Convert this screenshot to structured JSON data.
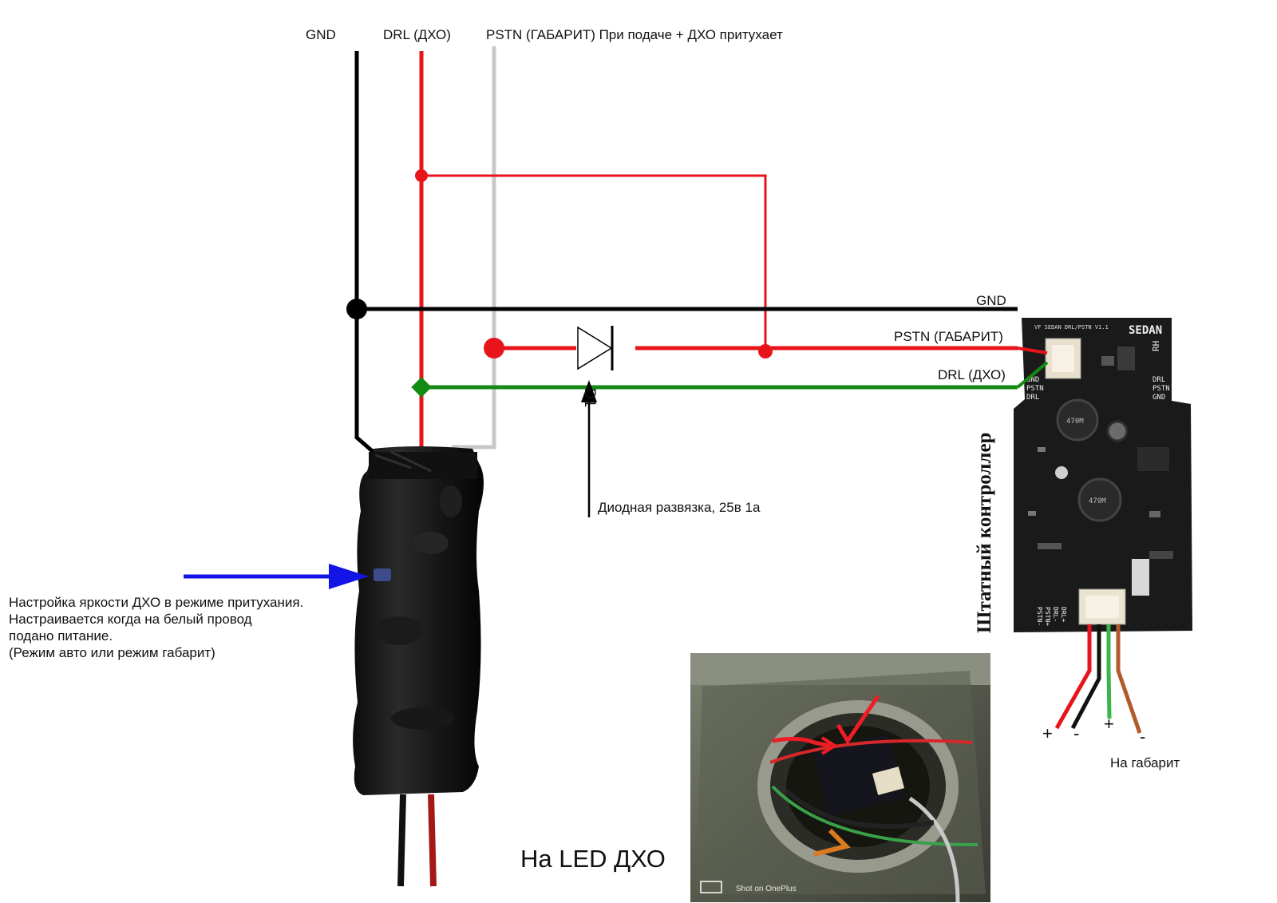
{
  "top_labels": {
    "gnd": "GND",
    "drl": "DRL (ДХО)",
    "pstn": "PSTN (ГАБАРИТ) При подаче + ДХО притухает"
  },
  "right_labels": {
    "gnd": "GND",
    "pstn": "PSTN (ГАБАРИТ)",
    "drl": "DRL (ДХО)"
  },
  "diode": {
    "ref": "D1",
    "note": "Диодная развязка, 25в 1а"
  },
  "brightness_note": [
    "Настройка яркости ДХО в режиме притухания.",
    "Настраивается когда на белый провод",
    "подано питание.",
    "(Режим авто или режим габарит)"
  ],
  "controller": {
    "title": "Штатный контроллер",
    "silkscreen": {
      "name": "SEDAN",
      "header": "VF SEDAN DRL/PSTN V1.1",
      "side": "RH",
      "left_pins": [
        "GND",
        "PSTN",
        "DRL"
      ],
      "right_pins": [
        "DRL",
        "PSTN",
        "GND"
      ],
      "bottom_pins": [
        "PSTN-",
        "PSTN+",
        "DRL-",
        "DRL+"
      ],
      "inductor_1": "470M",
      "inductor_2": "470M"
    },
    "wire_signs": [
      "+",
      "-",
      "+",
      "-"
    ],
    "gabarit_label": "На габарит"
  },
  "photo": {
    "caption": "На LED ДХО",
    "watermark": "Shot on OnePlus"
  },
  "colors": {
    "gnd_wire": "#000000",
    "drl_wire": "#e8141c",
    "pstn_wire": "#c8c8c8",
    "green_wire": "#138a13",
    "arrow_blue": "#1414e6"
  }
}
